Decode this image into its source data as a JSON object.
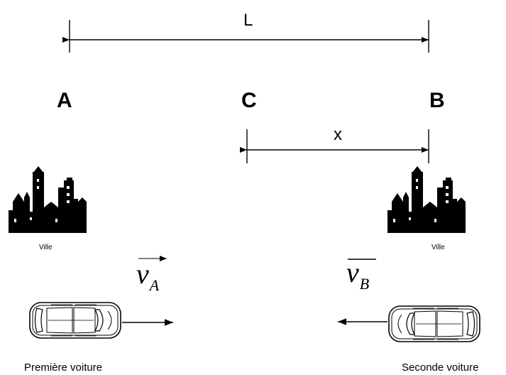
{
  "labels": {
    "point_a": "A",
    "point_c": "C",
    "point_b": "B",
    "distance_total": "L",
    "distance_x": "x"
  },
  "cities": {
    "left_caption": "Ville",
    "right_caption": "Ville"
  },
  "velocities": {
    "a": {
      "symbol": "v",
      "subscript": "A"
    },
    "b": {
      "symbol": "v",
      "subscript": "B"
    }
  },
  "cars": {
    "first_caption": "Première voiture",
    "second_caption": "Seconde voiture"
  },
  "colors": {
    "ink": "#000000",
    "background": "#ffffff"
  },
  "icons": {
    "city": "city-skyline-icon",
    "car": "car-top-view-icon"
  }
}
